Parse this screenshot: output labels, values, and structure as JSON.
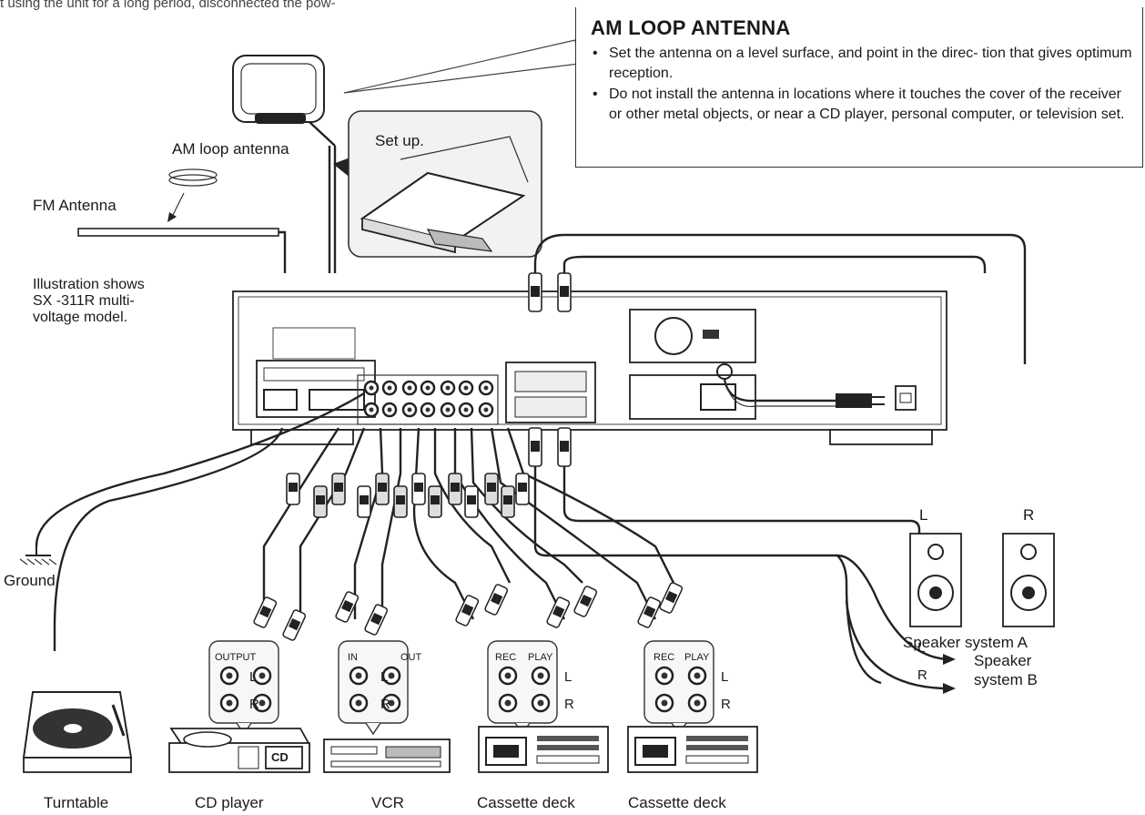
{
  "header_fragment": "t using the unit for a long period, disconnected the pow-",
  "note": {
    "title": "AM LOOP ANTENNA",
    "items": [
      "Set the antenna on a level surface, and point in the direc- tion that gives optimum reception.",
      "Do not install the antenna in locations where it touches the cover of the receiver or other metal objects, or near a CD player, personal computer, or television set."
    ]
  },
  "labels": {
    "am_loop": "AM loop antenna",
    "set_up": "Set up.",
    "fm_antenna": "FM Antenna",
    "illustration_note": [
      "Illustration shows",
      "SX -311R multi-",
      "voltage model."
    ],
    "ground": "Ground",
    "speaker_a": "Speaker system A",
    "speaker_b": [
      "Speaker",
      "system B"
    ],
    "L": "L",
    "R": "R",
    "cd_badge": "CD"
  },
  "devices": [
    "Turntable",
    "CD player",
    "VCR",
    "Cassette deck",
    "Cassette deck"
  ],
  "jack_panels": [
    {
      "heading_left": "OUTPUT",
      "heading_right": "",
      "labels": [
        "L",
        "R"
      ]
    },
    {
      "heading_left": "IN",
      "heading_right": "OUT",
      "labels": [
        "L",
        "R"
      ]
    },
    {
      "heading_left": "REC",
      "heading_right": "PLAY",
      "labels": [
        "L",
        "R"
      ]
    },
    {
      "heading_left": "REC",
      "heading_right": "PLAY",
      "labels": [
        "L",
        "R"
      ]
    }
  ]
}
